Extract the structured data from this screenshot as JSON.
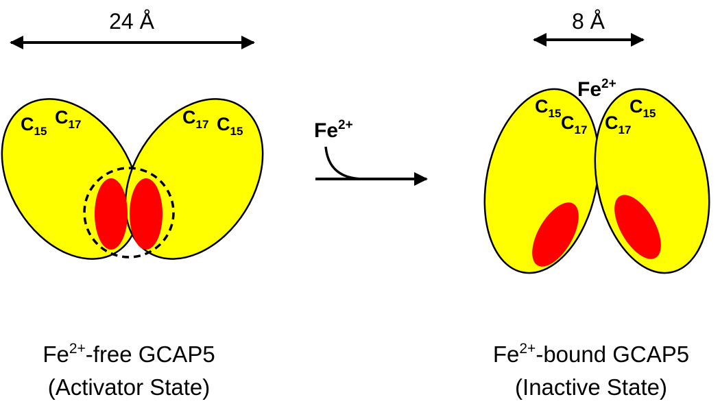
{
  "colors": {
    "lobe_fill": "#ffff00",
    "site_fill": "#ff0000",
    "stroke": "#000000"
  },
  "left_state": {
    "distance_label": "24 Å",
    "lobe_left": {
      "residue_a": "C",
      "residue_a_sub": "15",
      "residue_b": "C",
      "residue_b_sub": "17"
    },
    "lobe_right": {
      "residue_a": "C",
      "residue_a_sub": "17",
      "residue_b": "C",
      "residue_b_sub": "15"
    },
    "caption": {
      "line1_ion": "Fe",
      "line1_charge": "2+",
      "line1_rest": "-free GCAP5",
      "line2": "(Activator State)"
    }
  },
  "transition": {
    "ion": "Fe",
    "charge": "2+"
  },
  "right_state": {
    "distance_label": "8 Å",
    "bound_ion": "Fe",
    "bound_charge": "2+",
    "lobe_left": {
      "residue_a": "C",
      "residue_a_sub": "15",
      "residue_b": "C",
      "residue_b_sub": "17"
    },
    "lobe_right": {
      "residue_a": "C",
      "residue_a_sub": "17",
      "residue_b": "C",
      "residue_b_sub": "15"
    },
    "caption": {
      "line1_ion": "Fe",
      "line1_charge": "2+",
      "line1_rest": "-bound GCAP5",
      "line2": "(Inactive State)"
    }
  }
}
